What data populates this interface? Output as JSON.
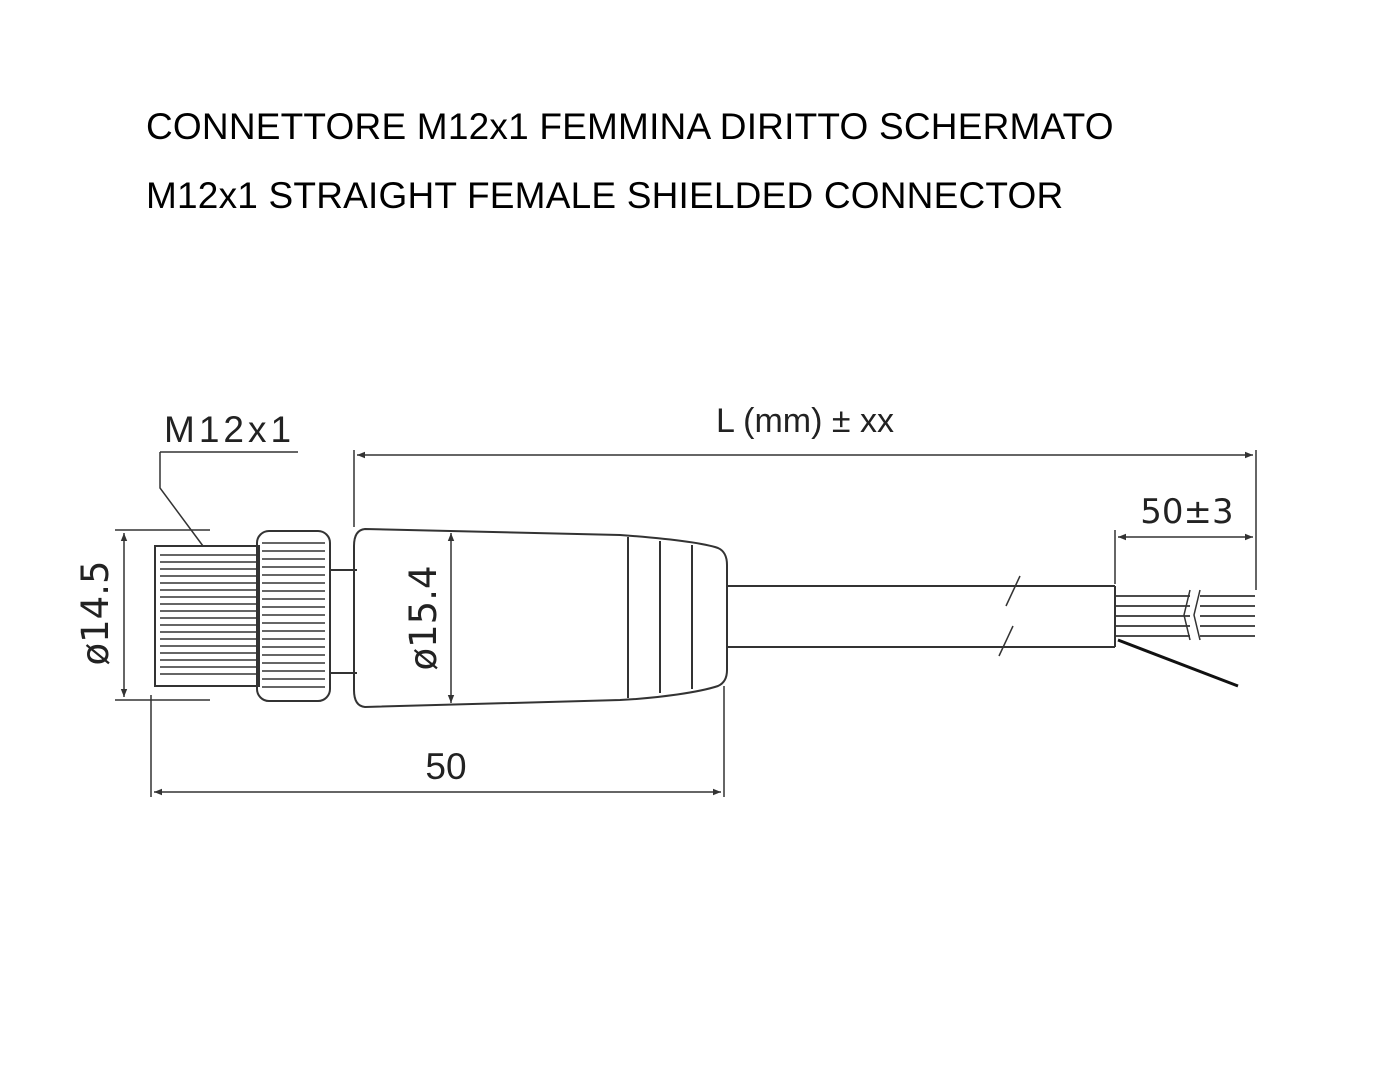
{
  "title_it": "CONNETTORE M12x1 FEMMINA DIRITTO SCHERMATO",
  "title_en": "M12x1 STRAIGHT FEMALE SHIELDED CONNECTOR",
  "labels": {
    "thread": "M12x1",
    "cable_length": "L (mm) ± xx",
    "strip_length": "50±3",
    "diameter_nut": "ø14.5",
    "diameter_body": "ø15.4",
    "overall_length": "50"
  },
  "colors": {
    "line": "#333333",
    "text": "#222222",
    "background": "#ffffff"
  }
}
